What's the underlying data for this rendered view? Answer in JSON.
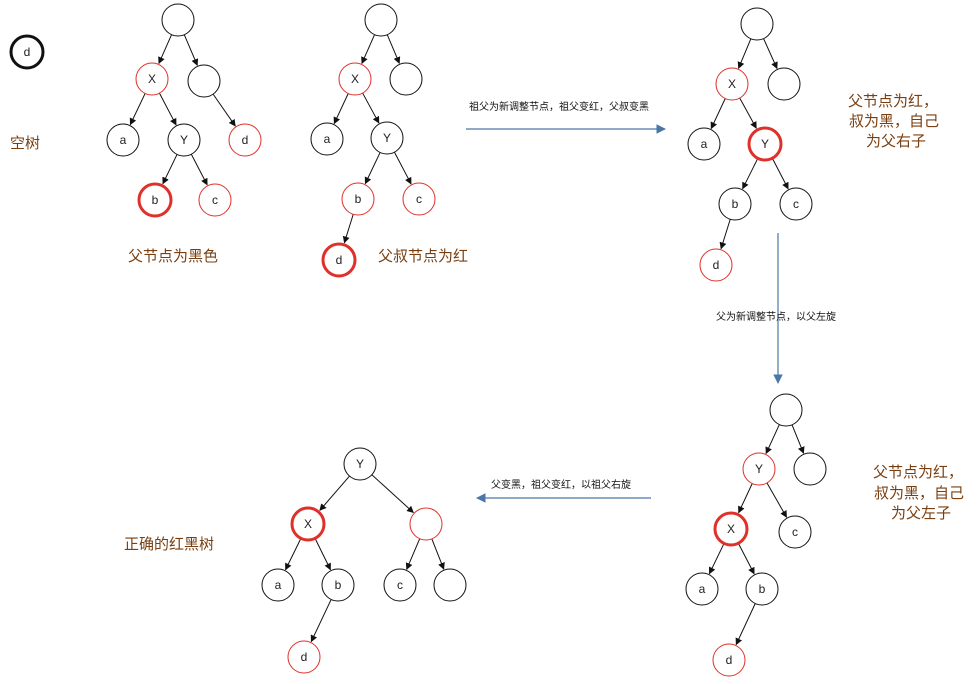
{
  "colors": {
    "black": "#111111",
    "red": "#e0302a",
    "edge": "#111111",
    "arrow": "#4a77a8",
    "caption": "#7a3f10"
  },
  "node_labels": {
    "single_d": "d",
    "a": "a",
    "b": "b",
    "c": "c",
    "d": "d",
    "X": "X",
    "Y": "Y",
    "empty": ""
  },
  "captions": {
    "empty_tree": "空树",
    "parent_black": "父节点为黑色",
    "parent_uncle_red": "父叔节点为红",
    "case_right_line1": "父节点为红，",
    "case_right_line2": "叔为黑，自己",
    "case_right_line3": "为父右子",
    "case_left_line1": "父节点为红，",
    "case_left_line2": "叔为黑，自己",
    "case_left_line3": "为父左子",
    "final": "正确的红黑树"
  },
  "arrows": {
    "top": "祖父为新调整节点，祖父变红，父叔变黑",
    "right": "父为新调整节点，以父左旋",
    "bottom": "父变黑，祖父变红，以祖父右旋"
  }
}
